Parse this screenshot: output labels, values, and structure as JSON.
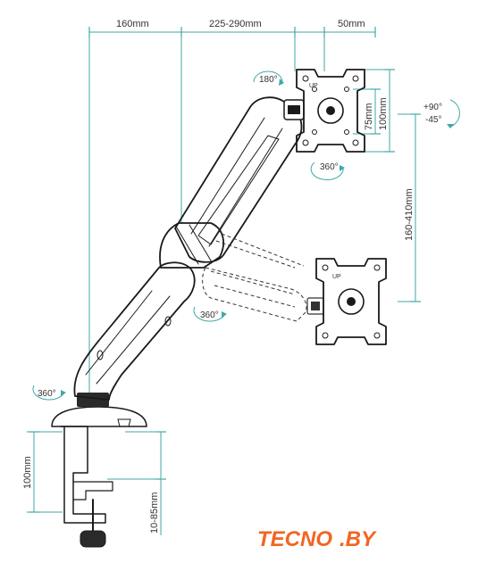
{
  "dimensions": {
    "arm_base_width": "160mm",
    "arm_reach": "225-290mm",
    "plate_offset": "50mm",
    "vesa_small": "75mm",
    "vesa_large": "100mm",
    "height_range": "160-410mm",
    "clamp_height": "100mm",
    "desk_thickness": "10-85mm"
  },
  "rotations": {
    "top_joint": "180°",
    "vesa_swivel": "360°",
    "middle_joint": "360°",
    "base": "360°",
    "tilt_up": "+90°",
    "tilt_down": "-45°"
  },
  "plate_labels": {
    "upper": "UP",
    "lower": "UP"
  },
  "brand": {
    "part1": "TECNO",
    "part2": ".BY",
    "color_orange": "#f26522",
    "color_dark": "#1a1a1a"
  },
  "colors": {
    "accent": "#3fa7a7"
  }
}
